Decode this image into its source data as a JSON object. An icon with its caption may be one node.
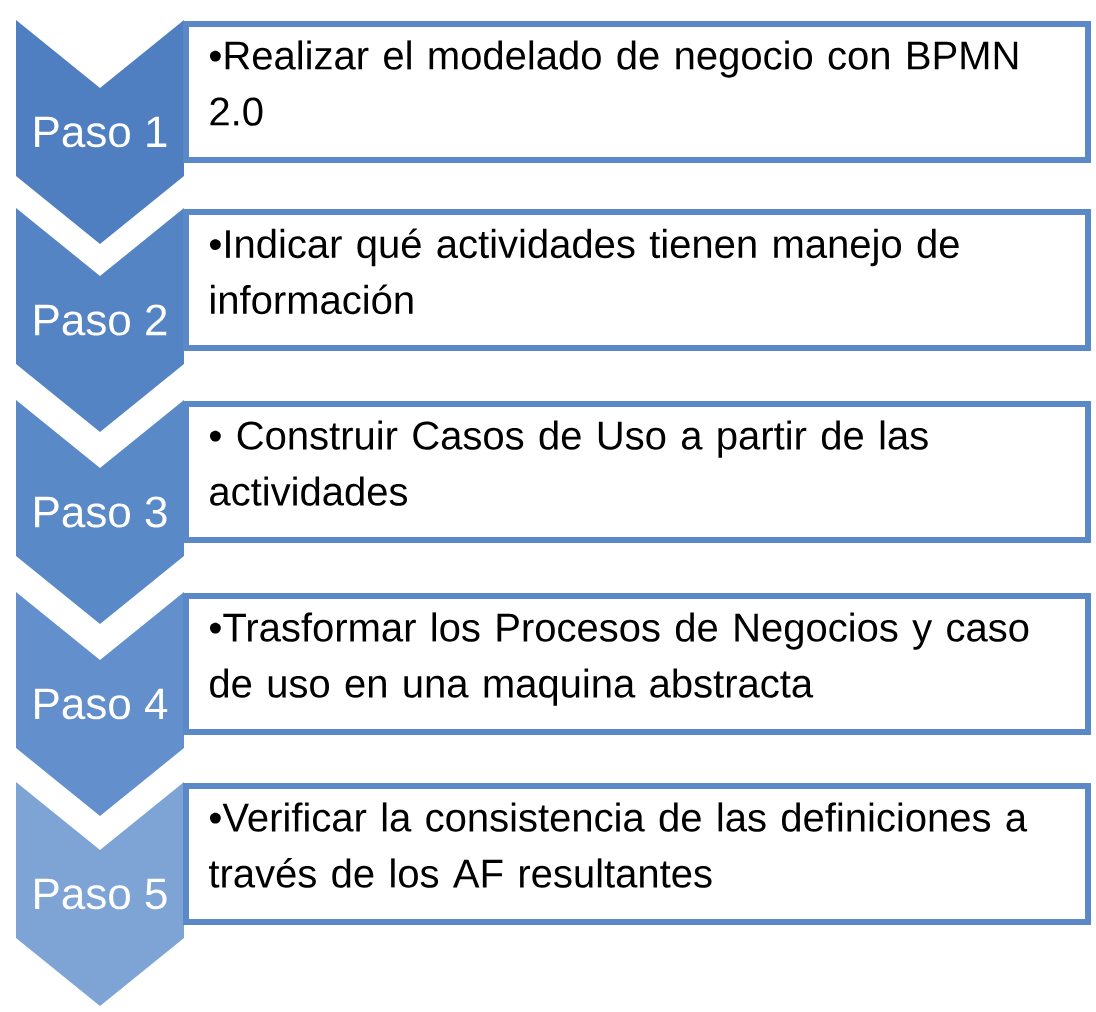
{
  "diagram": {
    "nodes": [
      {
        "text": [
          "Paso 1"
        ]
      },
      {
        "text": [
          "•Realizar el modelado de negocio con BPMN 2.0"
        ]
      },
      {
        "text": [
          "Paso 2"
        ]
      },
      {
        "text": [
          "•Indicar qué actividades tienen manejo de información"
        ]
      },
      {
        "text": [
          "Paso 3"
        ]
      },
      {
        "text": [
          "• Construir Casos de Uso a partir de las actividades"
        ]
      },
      {
        "text": [
          "Paso 4"
        ]
      },
      {
        "text": [
          "•Trasformar los Procesos de Negocios y caso de uso en una maquina abstracta"
        ]
      },
      {
        "text": [
          "Paso 5"
        ]
      },
      {
        "text": [
          "•Verificar la consistencia de las definiciones a través de los AF resultantes"
        ]
      }
    ]
  }
}
